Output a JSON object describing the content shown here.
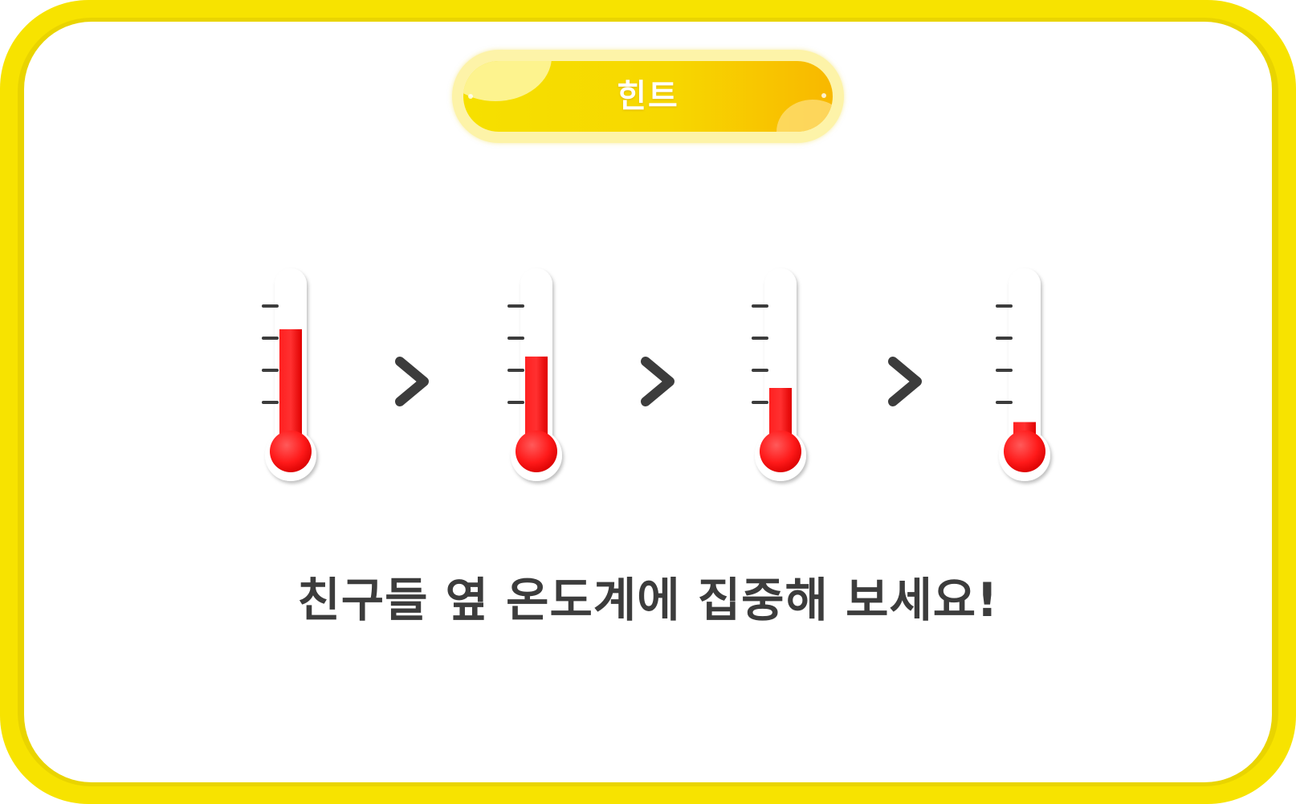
{
  "hint": {
    "label": "힌트"
  },
  "caption": "친구들 옆 온도계에 집중해 보세요!",
  "colors": {
    "frame": "#f7e300",
    "mercury": "#ff1a1a",
    "text": "#3c3c3c",
    "arrow": "#3c3c3c"
  },
  "thermometers": [
    {
      "level": 0.83
    },
    {
      "level": 0.63
    },
    {
      "level": 0.4
    },
    {
      "level": 0.15
    }
  ],
  "comparison_symbol": "greater-than"
}
